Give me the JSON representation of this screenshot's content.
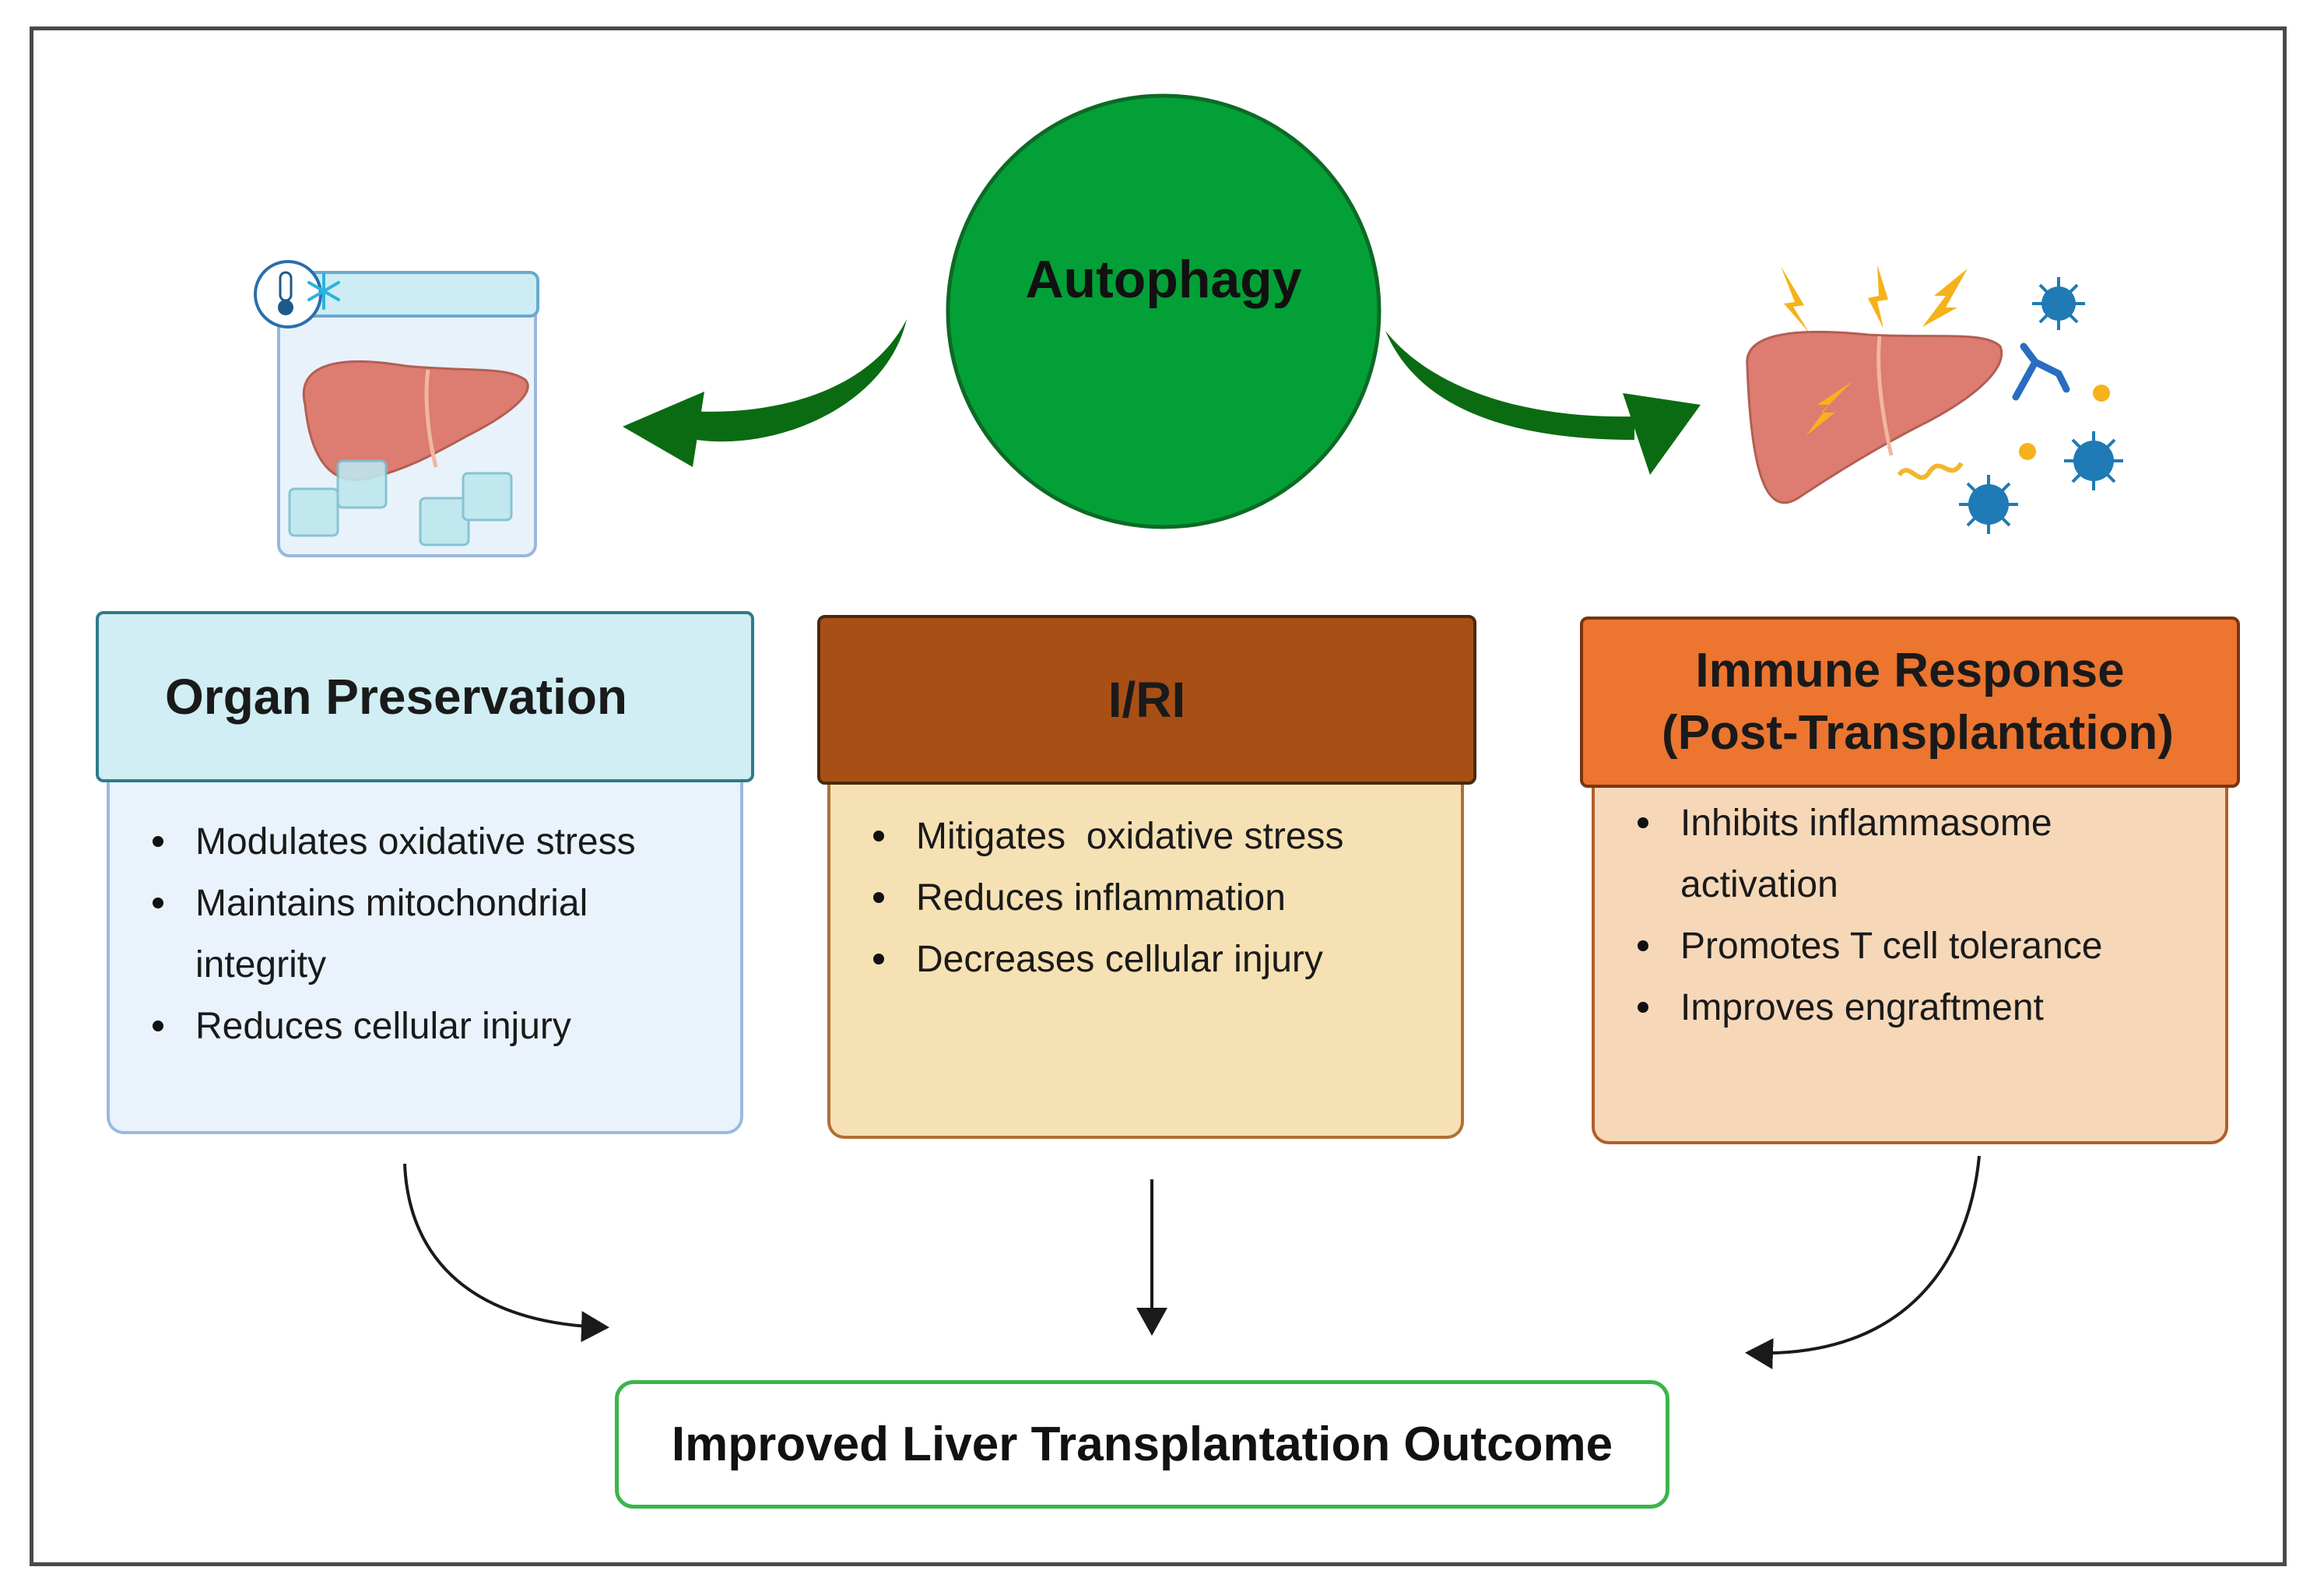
{
  "center": {
    "label": "Autophagy"
  },
  "panels": [
    {
      "title": "Organ Preservation",
      "items": [
        "Modulates oxidative stress",
        "Maintains mitochondrial integrity",
        "Reduces cellular injury"
      ]
    },
    {
      "title": "I/RI",
      "items": [
        "Mitigates  oxidative stress",
        "Reduces inflammation",
        "Decreases cellular injury"
      ]
    },
    {
      "title_line1": "Immune Response",
      "title_line2": "(Post-Transplantation)",
      "items": [
        "Inhibits inflammasome activation",
        "Promotes T cell tolerance",
        "Improves engraftment"
      ]
    }
  ],
  "outcome": {
    "label": "Improved Liver Transplantation Outcome"
  },
  "colors": {
    "autophagy": "#03a037",
    "arrow_green": "#0b6b12",
    "preservation_head": "#d0eef4",
    "preservation_body": "#eaf3fc",
    "iri_head": "#a84f15",
    "iri_body": "#f6e1b4",
    "immune_head": "#ec7530",
    "immune_body": "#f6d8b9",
    "outcome_border": "#3bb54a"
  },
  "icons": [
    "thermometer-icon",
    "snowflake-icon",
    "liver-icon",
    "ice-cube-icon",
    "lightning-icon",
    "virus-icon",
    "antibody-icon"
  ]
}
